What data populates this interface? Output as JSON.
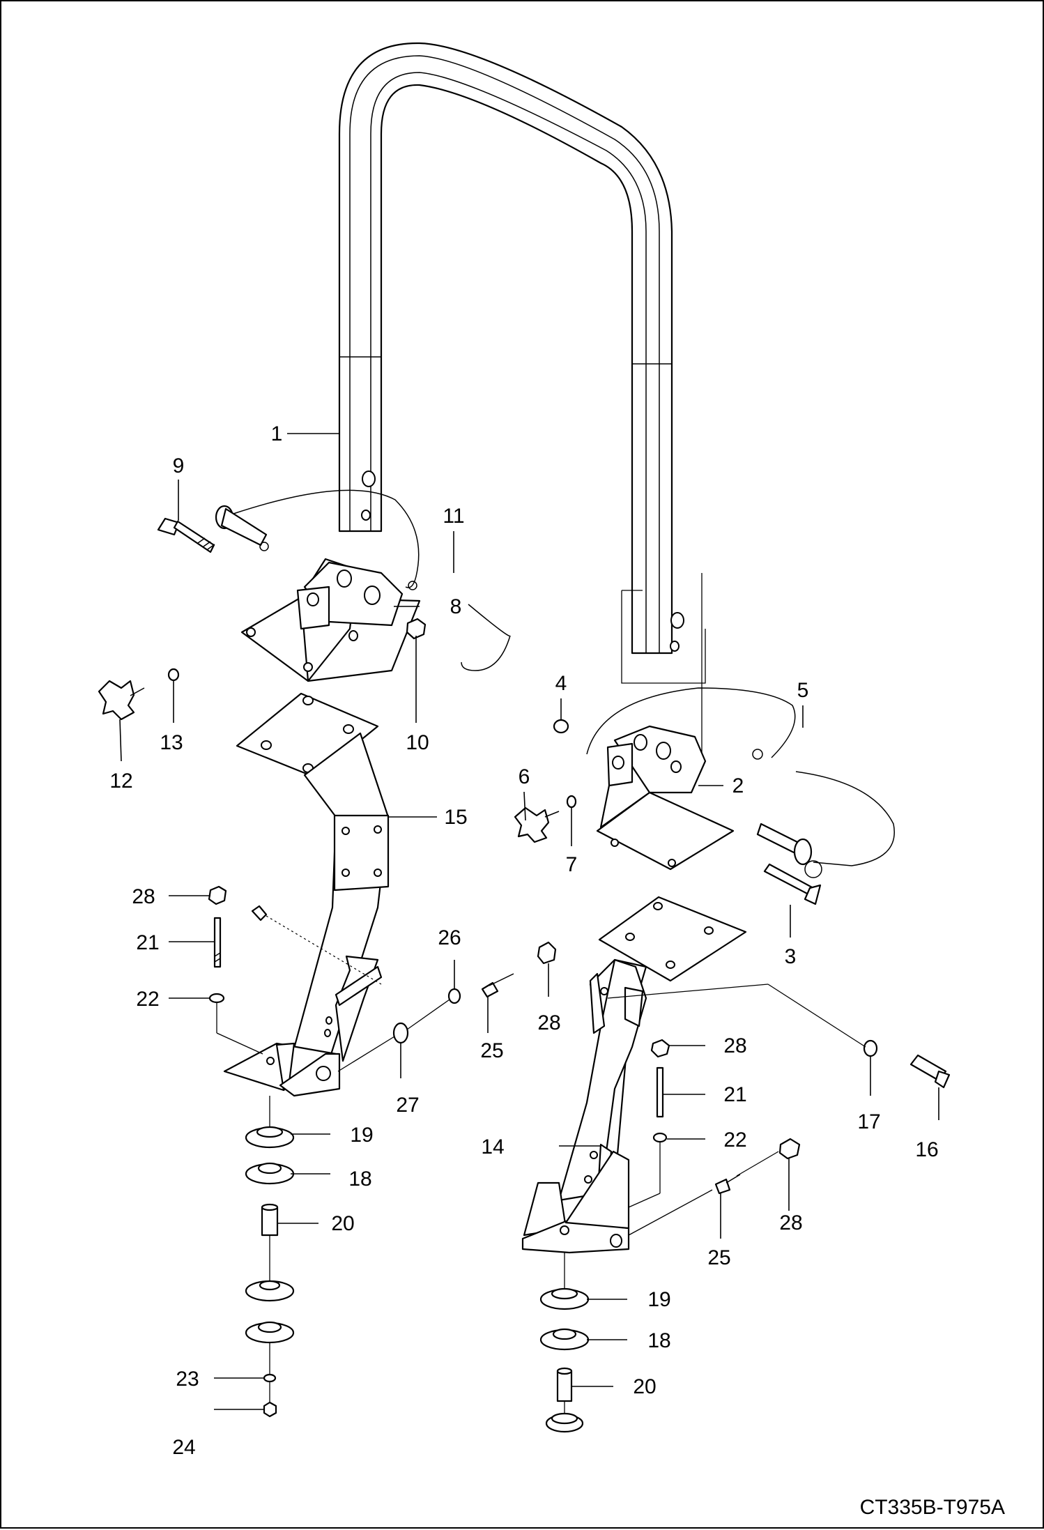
{
  "drawing_code": "CT335B-T975A",
  "callouts": {
    "c1": "1",
    "c2": "2",
    "c3": "3",
    "c4": "4",
    "c5": "5",
    "c6": "6",
    "c7": "7",
    "c8": "8",
    "c9": "9",
    "c10": "10",
    "c11": "11",
    "c12": "12",
    "c13": "13",
    "c14": "14",
    "c15": "15",
    "c16": "16",
    "c17": "17",
    "c18a": "18",
    "c18b": "18",
    "c19a": "19",
    "c19b": "19",
    "c20a": "20",
    "c20b": "20",
    "c21a": "21",
    "c21b": "21",
    "c22a": "22",
    "c22b": "22",
    "c23": "23",
    "c24": "24",
    "c25a": "25",
    "c25b": "25",
    "c26": "26",
    "c27": "27",
    "c28a": "28",
    "c28b": "28",
    "c28c": "28",
    "c28d": "28"
  }
}
